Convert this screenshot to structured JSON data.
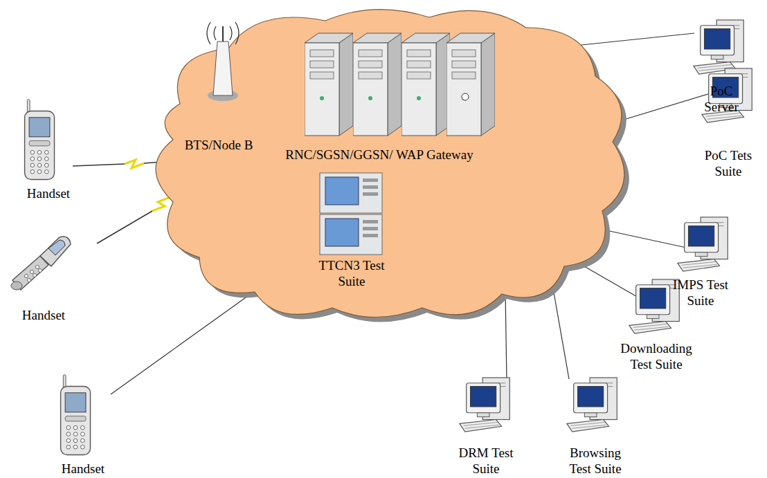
{
  "diagram": {
    "nodes": [
      {
        "text": [
          "Handset"
        ]
      },
      {
        "text": [
          "Handset"
        ]
      },
      {
        "text": [
          "Handset"
        ]
      },
      {
        "text": [
          "BTS/Node B"
        ]
      },
      {
        "text": [
          "RNC/SGSN/GGSN/ WAP Gateway"
        ]
      },
      {
        "text": [
          "TTCN3 Test Suite"
        ]
      },
      {
        "text": [
          "PoC Server"
        ]
      },
      {
        "text": [
          "PoC Tets Suite"
        ]
      },
      {
        "text": [
          "IMPS Test Suite"
        ]
      },
      {
        "text": [
          "Downloading Test Suite"
        ]
      },
      {
        "text": [
          "Browsing Test Suite"
        ]
      },
      {
        "text": [
          "DRM Test Suite"
        ]
      }
    ]
  }
}
